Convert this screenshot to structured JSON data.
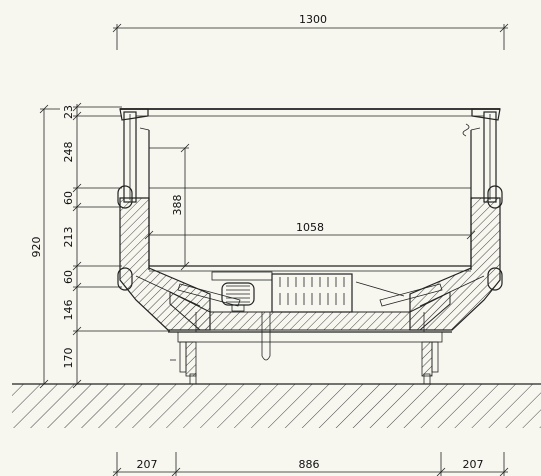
{
  "dimensions": {
    "overall_width": "1300",
    "inner_width": "1058",
    "inner_height": "388",
    "total_height": "920",
    "heights": [
      "23",
      "248",
      "60",
      "213",
      "60",
      "146",
      "170"
    ],
    "bottom": [
      "207",
      "886",
      "207"
    ]
  },
  "colors": {
    "background": "#f7f7f0",
    "line": "#222222",
    "hatch": "#444444"
  }
}
